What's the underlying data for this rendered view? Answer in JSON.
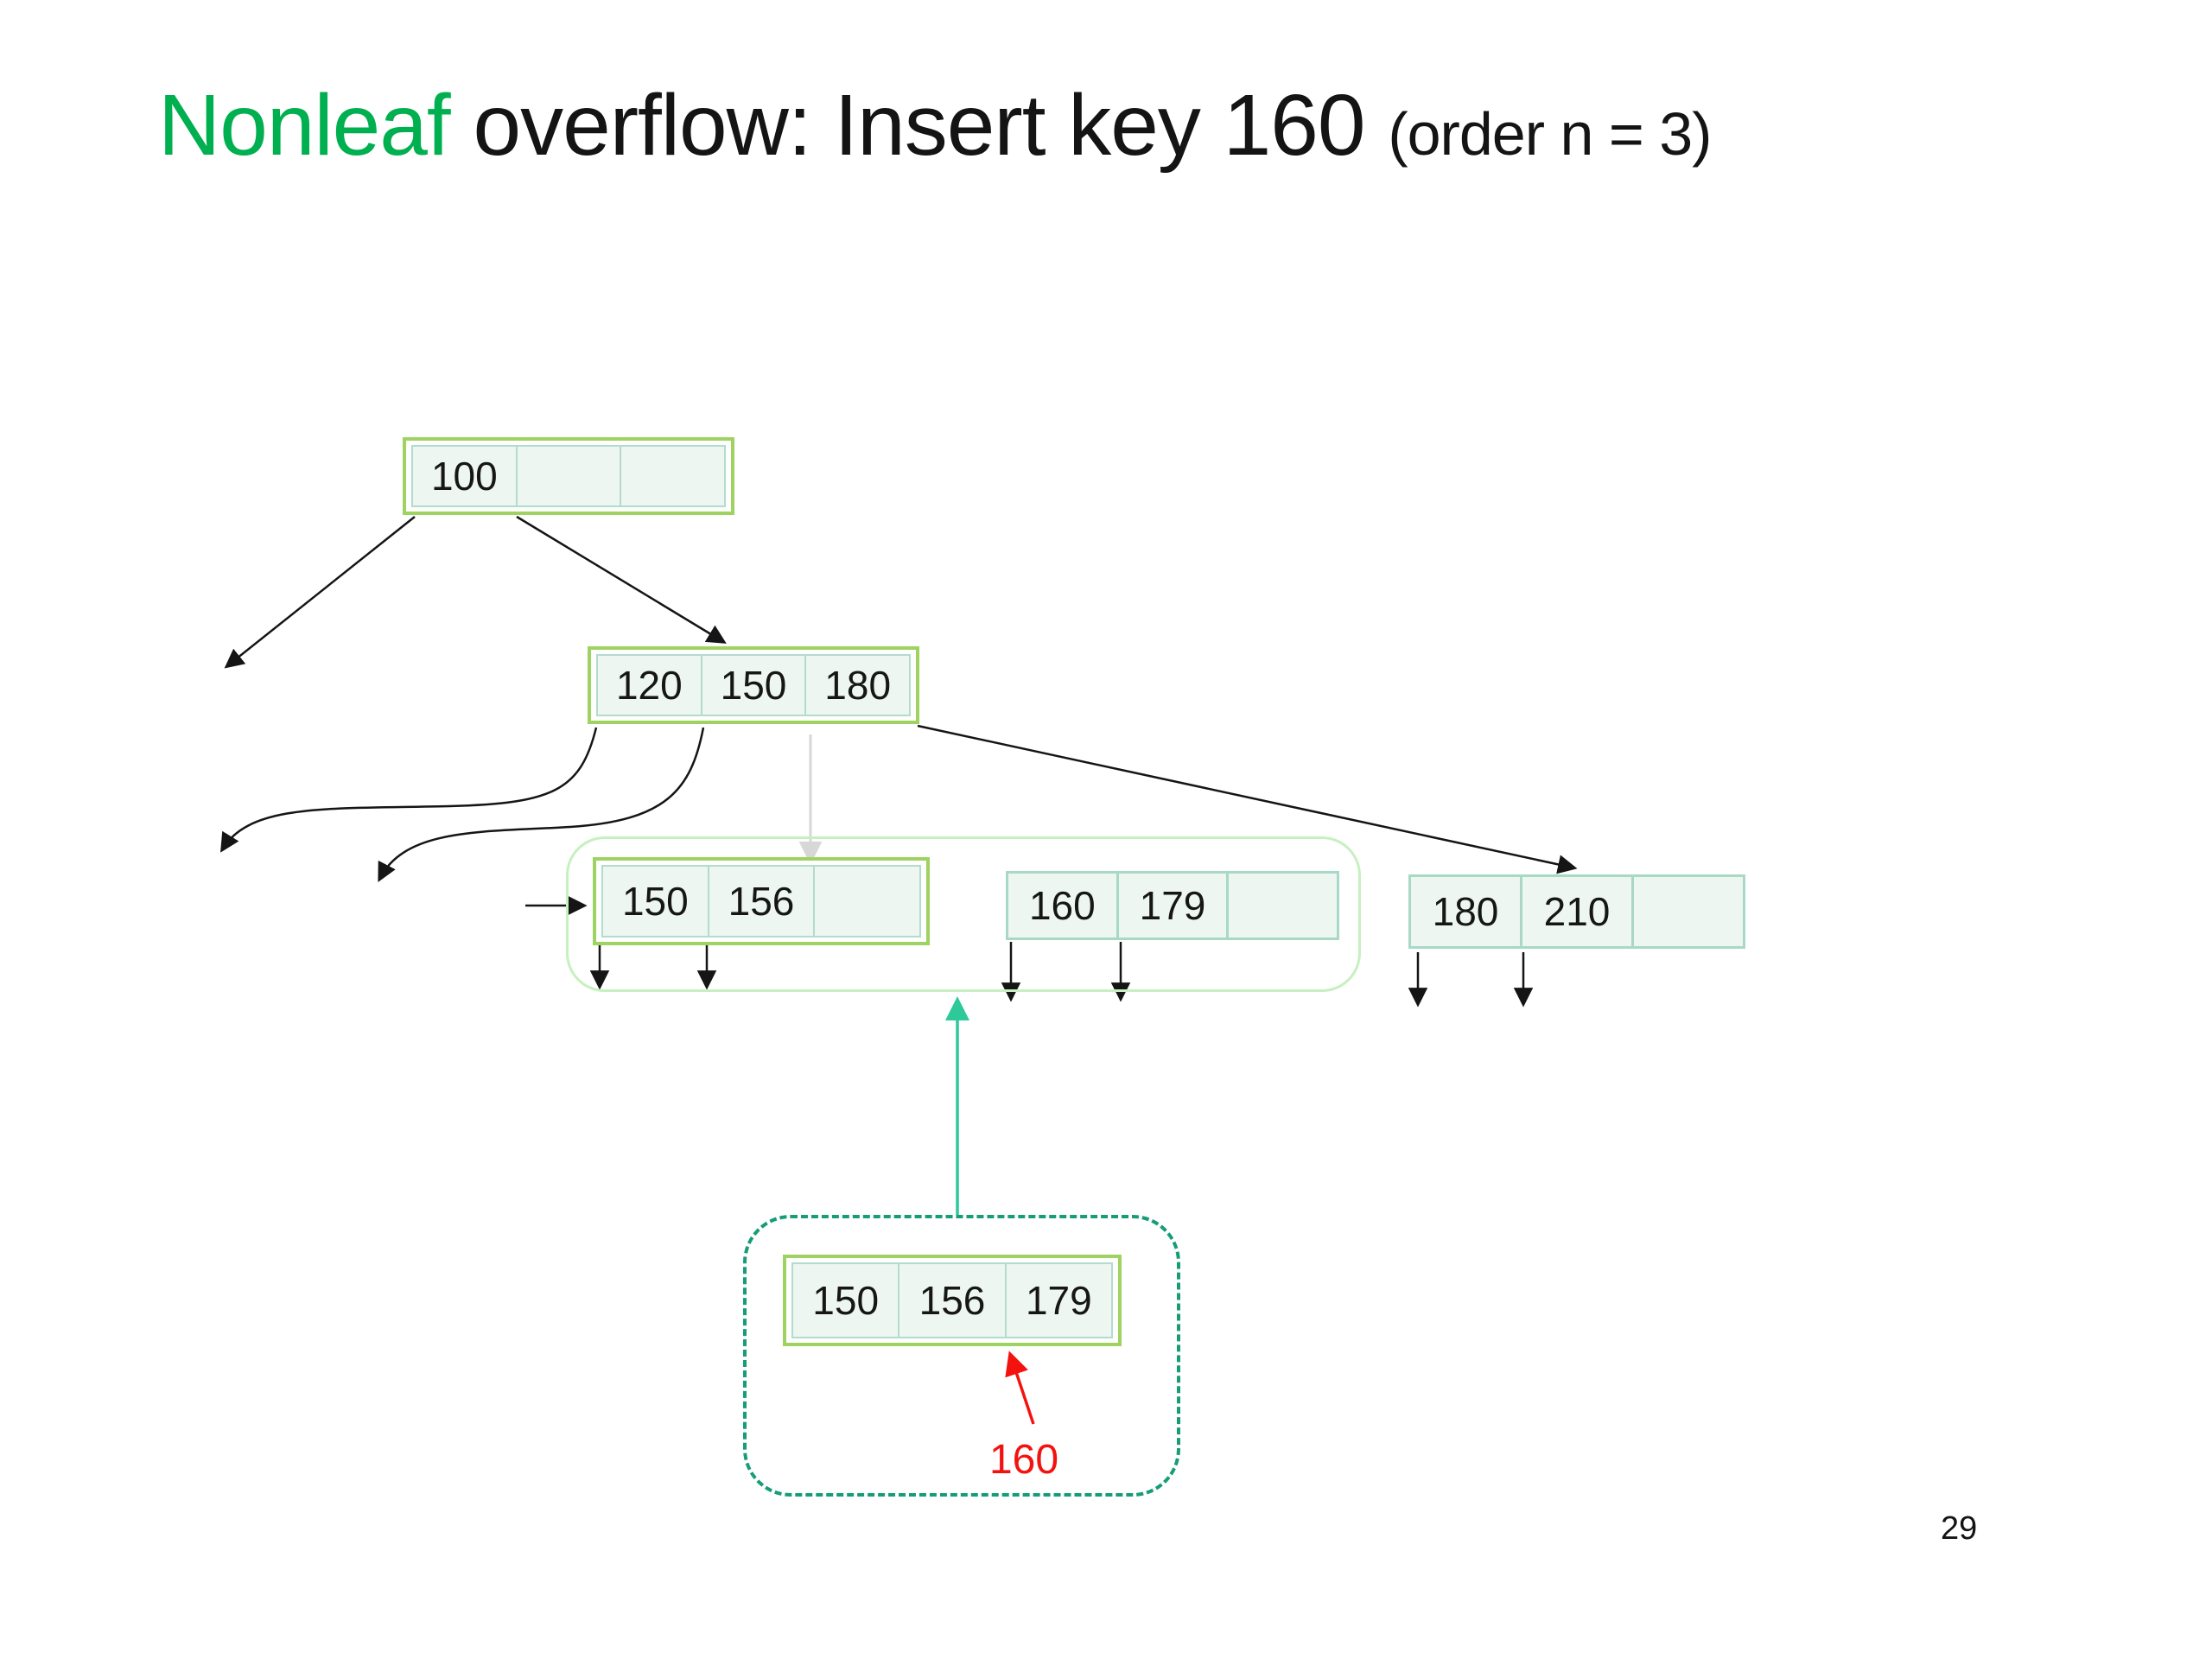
{
  "title": {
    "highlight": "Nonleaf",
    "main": " overflow: Insert key 160 ",
    "suffix": "(order n = 3)"
  },
  "page_number": "29",
  "tree": {
    "root": {
      "cells": [
        "100",
        "",
        ""
      ]
    },
    "internal": {
      "cells": [
        "120",
        "150",
        "180"
      ]
    },
    "leaf_left": {
      "cells": [
        "150",
        "156",
        ""
      ]
    },
    "leaf_middle": {
      "cells": [
        "160",
        "179",
        ""
      ]
    },
    "leaf_right": {
      "cells": [
        "180",
        "210",
        ""
      ]
    },
    "overflow_leaf": {
      "cells": [
        "150",
        "156",
        "179"
      ]
    },
    "inserted_key_label": "160"
  },
  "colors": {
    "title_highlight_green": "#00b050",
    "node_border_green": "#9ed362",
    "cell_border_teal": "#b3dccd",
    "cell_fill_mint": "#edf6f1",
    "leaf_group_outline": "#c7f0c0",
    "dashed_group_outline": "#169d77",
    "promote_arrow_teal": "#2ec998",
    "descend_arrow_gray": "#d7d7d7",
    "insert_annotation_red": "#f3120e",
    "pointer_arrow_black": "#151515"
  }
}
